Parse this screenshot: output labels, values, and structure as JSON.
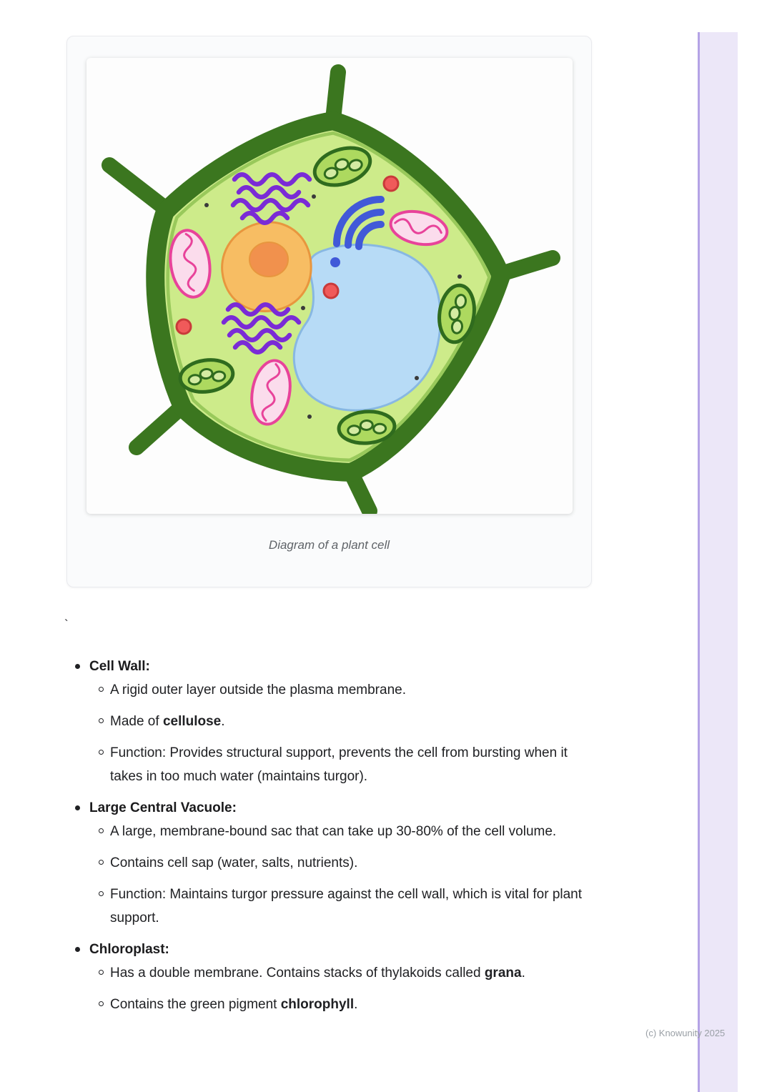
{
  "colors": {
    "cell_wall": "#3b761f",
    "cytoplasm": "#cdeb8a",
    "membrane": "#99c95b",
    "vacuole": "#b7dbf6",
    "vacuole_border": "#88b8e2",
    "nucleus": "#f7bd63",
    "nucleus_border": "#e8963e",
    "nucleolus": "#f1914d",
    "er_purple": "#7a2bd6",
    "golgi_blue": "#4159d8",
    "mito_fill": "#fbdcec",
    "mito_border": "#e8439a",
    "chloro_fill": "#add95f",
    "chloro_border": "#2f6b1e",
    "chloro_inner": "#d4eba2",
    "vesicle": "#f05a5a",
    "vesicle_border": "#c93a3a",
    "scrollbar_track": "#ece7f8",
    "scrollbar_thumb": "#b4a3e6"
  },
  "figure": {
    "caption": "Diagram of a plant cell"
  },
  "stray_text": "`",
  "notes": {
    "sections": [
      {
        "title": "Cell Wall:",
        "items": [
          {
            "before": "A rigid outer layer outside the plasma membrane.",
            "bold": "",
            "after": ""
          },
          {
            "before": "Made of ",
            "bold": "cellulose",
            "after": "."
          },
          {
            "before": "Function: Provides structural support, prevents the cell from bursting when it takes in too much water (maintains turgor).",
            "bold": "",
            "after": ""
          }
        ]
      },
      {
        "title": "Large Central Vacuole:",
        "items": [
          {
            "before": "A large, membrane-bound sac that can take up 30-80% of the cell volume.",
            "bold": "",
            "after": ""
          },
          {
            "before": "Contains cell sap (water, salts, nutrients).",
            "bold": "",
            "after": ""
          },
          {
            "before": "Function: Maintains turgor pressure against the cell wall, which is vital for plant support.",
            "bold": "",
            "after": ""
          }
        ]
      },
      {
        "title": "Chloroplast:",
        "items": [
          {
            "before": "Has a double membrane. Contains stacks of thylakoids called ",
            "bold": "grana",
            "after": "."
          },
          {
            "before": "Contains the green pigment ",
            "bold": "chlorophyll",
            "after": "."
          }
        ]
      }
    ]
  },
  "footer": {
    "watermark": "(c) Knowunity 2025"
  }
}
